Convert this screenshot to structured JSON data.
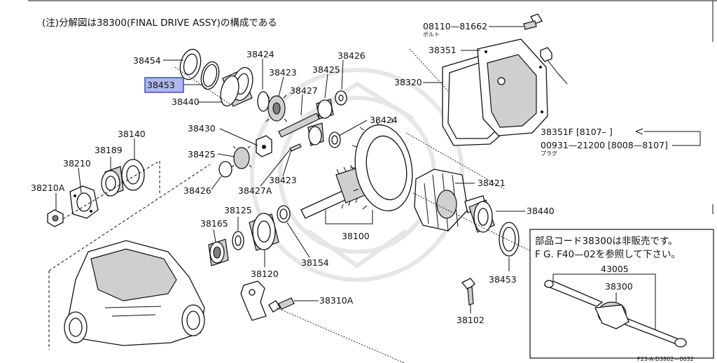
{
  "header_note": "(注)分解図は38300(FINAL DRIVE ASSY)の構成である",
  "labels": {
    "p38454": "38454",
    "p38453_top": "38453",
    "p38440_top": "38440",
    "p38424_top": "38424",
    "p38423_top": "38423",
    "p38426_top": "38426",
    "p38425_top": "38425",
    "p38427": "38427",
    "p38424_mid": "38424",
    "p38430": "38430",
    "p38425_left": "38425",
    "p38426_left": "38426",
    "p38427A": "38427A",
    "p38423_bot": "38423",
    "p38140": "38140",
    "p38189": "38189",
    "p38210": "38210",
    "p38210A": "38210A",
    "p38125": "38125",
    "p38165": "38165",
    "p38120": "38120",
    "p38154": "38154",
    "p38100": "38100",
    "p38421": "38421",
    "p38440_right": "38440",
    "p38453_right": "38453",
    "p38102": "38102",
    "p38310A": "38310A",
    "p08110": "08110—81662",
    "p08110_sub": "ボルト",
    "p38351": "38351",
    "p38320": "38320",
    "p38351F": "38351F [8107–        ]",
    "p00931": "00931—21200 [8008—8107]",
    "p00931_sub": "プラグ"
  },
  "highlight": {
    "color": "#aeb6ea",
    "border": "#3a4bbd"
  },
  "info_box": {
    "line1": "部品コード38300は非販売です。",
    "line2": "F G. F40—02を参照して下さい。",
    "code_top": "43005",
    "code_mid": "38300"
  },
  "figure_code": "F23‐A‐D3802—0032"
}
